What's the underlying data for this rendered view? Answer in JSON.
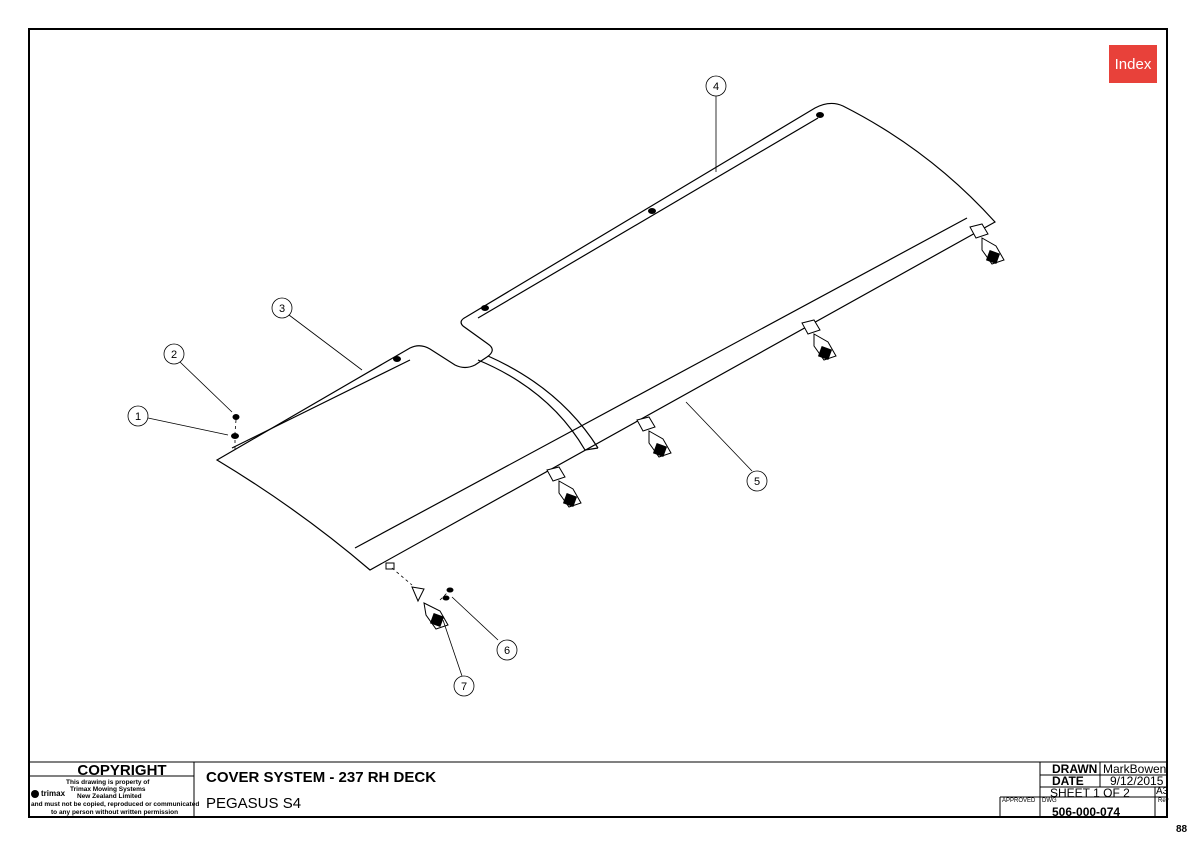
{
  "index_button": {
    "label": "Index"
  },
  "balloons": [
    "1",
    "2",
    "3",
    "4",
    "5",
    "6",
    "7"
  ],
  "copyright": {
    "title": "COPYRIGHT",
    "line1": "This drawing is property of",
    "line2": "Trimax Mowing Systems",
    "line3": "New Zealand Limited",
    "line4": "and must not be copied, reproduced or communicated",
    "line5": "to any person without written permission",
    "logo_text": "trimax"
  },
  "title_block": {
    "title": "COVER SYSTEM - 237 RH DECK",
    "subtitle": "PEGASUS S4",
    "drawn_label": "DRAWN",
    "drawn_value": "MarkBowen",
    "date_label": "DATE",
    "date_value": "9/12/2015",
    "sheet": "SHEET 1 OF 2",
    "size": "A3",
    "approved_label": "APPROVED",
    "dwg_label": "DWG",
    "dwg_number": "506-000-074",
    "rev_label": "Rev"
  },
  "page_number": "88"
}
